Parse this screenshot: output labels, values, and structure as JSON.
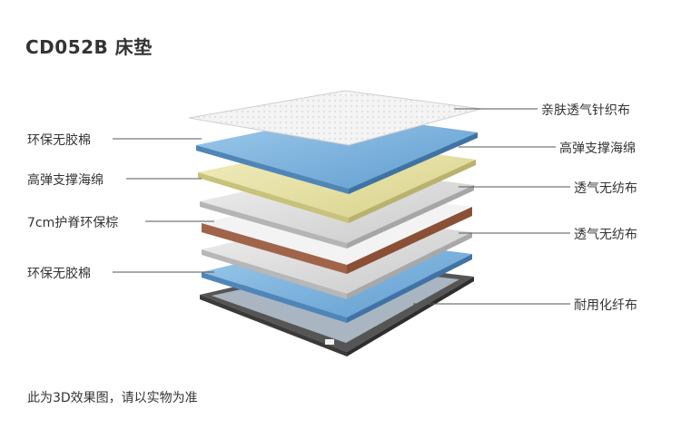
{
  "title": "CD052B  床垫",
  "note": "此为3D效果图，请以实物为准",
  "left_labels": [
    "环保无胶棉",
    "高弹支撑海绵",
    "7cm护脊环保棕",
    "环保无胶棉"
  ],
  "right_labels": [
    "亲肤透气针织布",
    "高弹支撑海绵",
    "透气无纺布",
    "透气无纺布",
    "耐用化纤布"
  ],
  "colors": {
    "text": "#333333",
    "knit_top": "#f2f2f2",
    "foam_blue": "#7fb7df",
    "foam_yellow": "#e8e4a8",
    "nonwoven": "#dcdcdc",
    "coir": "#a0644a",
    "base_frame": "#4a4a4a"
  }
}
